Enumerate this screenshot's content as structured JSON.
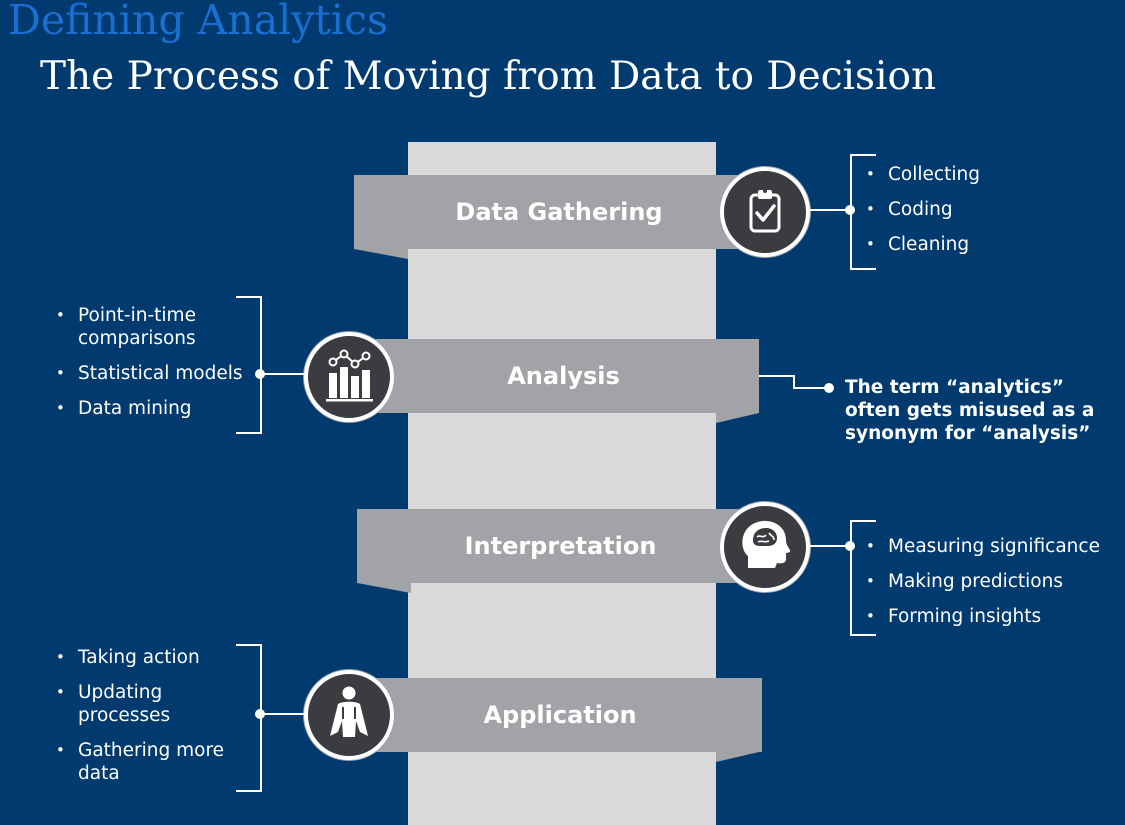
{
  "header": {
    "kicker": "Defining Analytics",
    "title": "The Process of Moving from Data to Decision"
  },
  "colors": {
    "background": "#003a6f",
    "kicker": "#1b6fd3",
    "column": "#d9d9da",
    "band": "#a2a3a6",
    "badge": "#3b3c3f"
  },
  "stages": [
    {
      "label": "Data Gathering",
      "icon": "clipboard-check-icon",
      "bullets": [
        "Collecting",
        "Coding",
        "Cleaning"
      ]
    },
    {
      "label": "Analysis",
      "icon": "chart-icon",
      "bullets": [
        "Point-in-time comparisons",
        "Statistical models",
        "Data mining"
      ],
      "note": "The term “analytics” often gets misused as a synonym for “analysis”"
    },
    {
      "label": "Interpretation",
      "icon": "brain-head-icon",
      "bullets": [
        "Measuring significance",
        "Making predictions",
        "Forming insights"
      ]
    },
    {
      "label": "Application",
      "icon": "hero-icon",
      "bullets": [
        "Taking action",
        "Updating processes",
        "Gathering more data"
      ]
    }
  ]
}
